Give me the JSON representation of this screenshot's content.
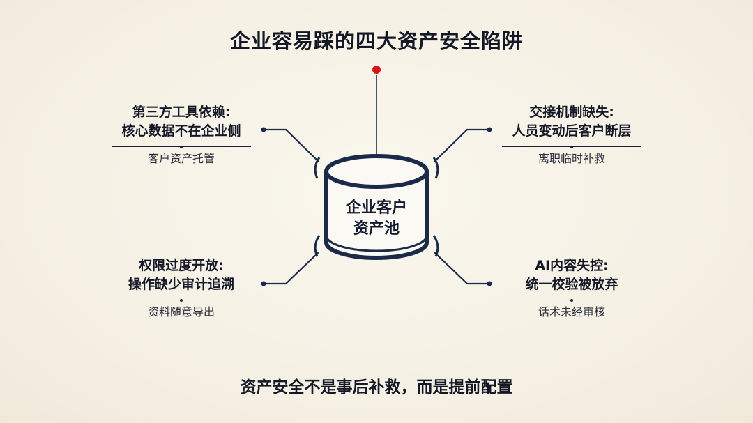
{
  "title": "企业容易踩的四大资产安全陷阱",
  "subtitle": "资产安全不是事后补救，而是提前配置",
  "hub": {
    "line1": "企业客户",
    "line2": "资产池"
  },
  "traps": [
    {
      "title_line1": "第三方工具依赖:",
      "title_line2": "核心数据不在企业侧",
      "description": "客户资产托管"
    },
    {
      "title_line1": "交接机制缺失:",
      "title_line2": "人员变动后客户断层",
      "description": "离职临时补救"
    },
    {
      "title_line1": "权限过度开放:",
      "title_line2": "操作缺少审计追溯",
      "description": "资料随意导出"
    },
    {
      "title_line1": "AI内容失控:",
      "title_line2": "统一校验被放弃",
      "description": "话术未经审核"
    }
  ],
  "colors": {
    "background": "#f6f2e6",
    "ink": "#1c2a4a",
    "accent_dot": "#d8141b"
  }
}
